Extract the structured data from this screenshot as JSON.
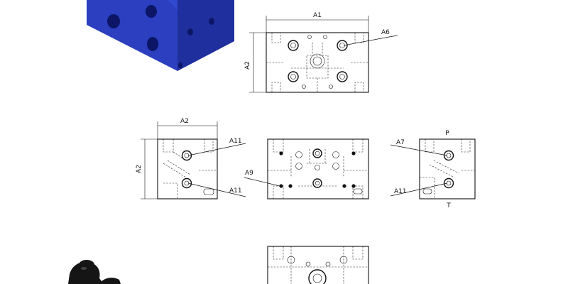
{
  "dimensions": {
    "top_width": "A1",
    "top_height": "A2",
    "left_width": "A2",
    "left_height": "A2"
  },
  "callouts": {
    "top_view": "A6",
    "left_upper": "A11",
    "left_lower": "A11",
    "front": "A9",
    "right_upper": "A7",
    "right_lower": "A11"
  },
  "port_labels": {
    "pressure": "P",
    "tank": "T"
  },
  "colors": {
    "block_front": "#2b3fc0",
    "block_top": "#3148d0",
    "block_side": "#1f2f9e",
    "hole": "#0c1566",
    "line": "#111111",
    "knob": "#151515"
  }
}
